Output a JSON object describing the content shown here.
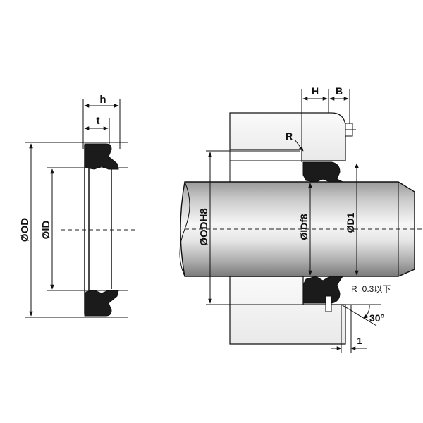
{
  "left_view": {
    "dim_h": "h",
    "dim_t": "t",
    "dim_od": "ØOD",
    "dim_id": "ØID"
  },
  "right_view": {
    "dim_H": "H",
    "dim_B": "B",
    "dim_R": "R",
    "dim_od_h8": "ØODH8",
    "dim_id_f8": "ØIDf8",
    "dim_d1": "ØD1",
    "note_radius": "R=0.3以下",
    "angle": "30°",
    "dim_one": "1"
  },
  "colors": {
    "line": "#111111",
    "seal_fill": "#1b1b1b",
    "shaft_light": "#f4f4f4",
    "shaft_dark": "#8a8a8a",
    "housing_fill": "#f2f2f2"
  }
}
